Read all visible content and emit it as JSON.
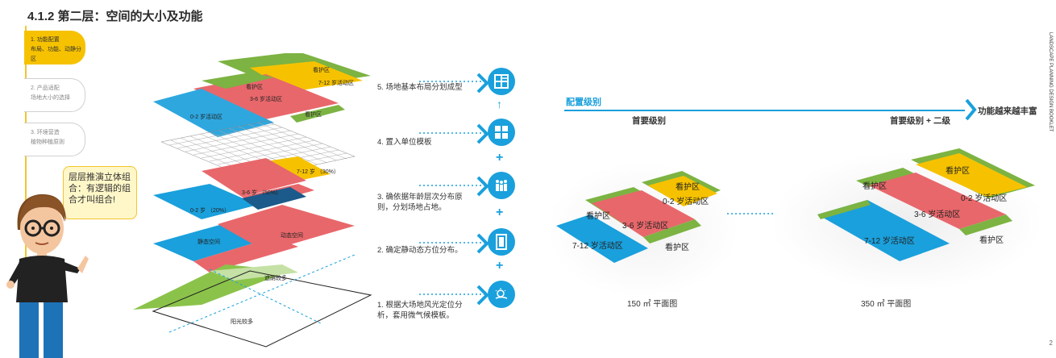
{
  "page_title": "4.1.2 第二层：空间的大小及功能",
  "sidebar": {
    "steps": [
      {
        "line1": "1. 功能配置",
        "line2": "布局、功能、动静分区"
      },
      {
        "line1": "2. 产品适配",
        "line2": "场地大小的选择"
      },
      {
        "line1": "3. 环境营造",
        "line2": "植物种植原则"
      }
    ]
  },
  "speech_bubble": "层层推演立体组合：有逻辑的组合才叫组合!",
  "layers": {
    "top": {
      "z1": "看护区",
      "z2": "7-12 岁活动区",
      "z3": "3-6 岁活动区",
      "z4": "0-2 岁活动区",
      "z5": "看护区",
      "z6": "看护区"
    },
    "mid": {
      "z1": "7-12 岁 （30%）",
      "z2": "3-6 岁 （50%）",
      "z3": "0-2 岁 （20%）"
    },
    "dyn": {
      "z1": "动态空间",
      "z2": "静态空间"
    },
    "light": {
      "z1": "遮荫较多",
      "z2": "阳光较多"
    }
  },
  "steps_list": [
    {
      "text": "5. 场地基本布局分划成型",
      "icon": "layout-icon"
    },
    {
      "text": "4. 置入单位模板",
      "icon": "grid-icon"
    },
    {
      "text": "3. 确依据年龄层次分布原则，分划场地占地。",
      "icon": "people-icon"
    },
    {
      "text": "2. 确定静动态方位分布。",
      "icon": "door-icon"
    },
    {
      "text": "1. 根据大场地风光定位分析，套用微气候模板。",
      "icon": "climate-icon"
    }
  ],
  "config": {
    "label": "配置级别",
    "end_label": "功能越来越丰富",
    "level1": "首要级别",
    "level2": "首要级别 + 二级"
  },
  "plan_small": {
    "caption": "150 ㎡ 平面图",
    "z1": "看护区",
    "z2": "0-2 岁活动区",
    "z3": "看护区",
    "z4": "3-6 岁活动区",
    "z5": "7-12 岁活动区",
    "z6": "看护区"
  },
  "plan_large": {
    "caption": "350 ㎡ 平面图",
    "z1": "看护区",
    "z2": "看护区",
    "z3": "0-2 岁活动区",
    "z4": "3-6 岁活动区",
    "z5": "7-12 岁活动区",
    "z6": "看护区"
  },
  "vertical_text": "LANDSCAPE PLANNING DESIGN BOOKLET",
  "page_number": "2",
  "colors": {
    "accent_blue": "#1aa0dc",
    "yellow": "#f6c200",
    "red": "#e8676b",
    "green": "#7cb342"
  }
}
